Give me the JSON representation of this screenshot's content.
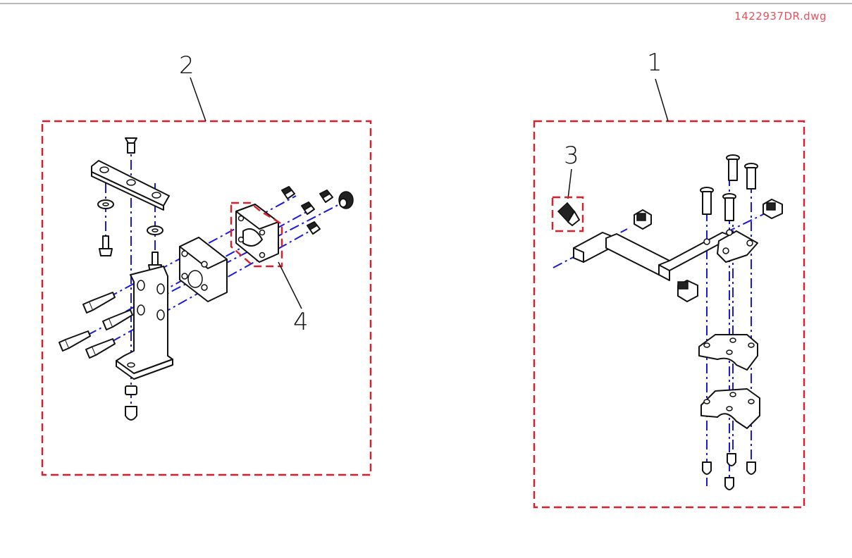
{
  "drawing": {
    "filename": "1422937DR.dwg",
    "callouts": {
      "assembly_2": "2",
      "assembly_1": "1",
      "detail_3": "3",
      "detail_4": "4"
    }
  },
  "colors": {
    "outline_box": "#dd1e2a",
    "center_line": "#1a1adc",
    "filename_text": "#e8505b",
    "line_art": "#111111"
  }
}
